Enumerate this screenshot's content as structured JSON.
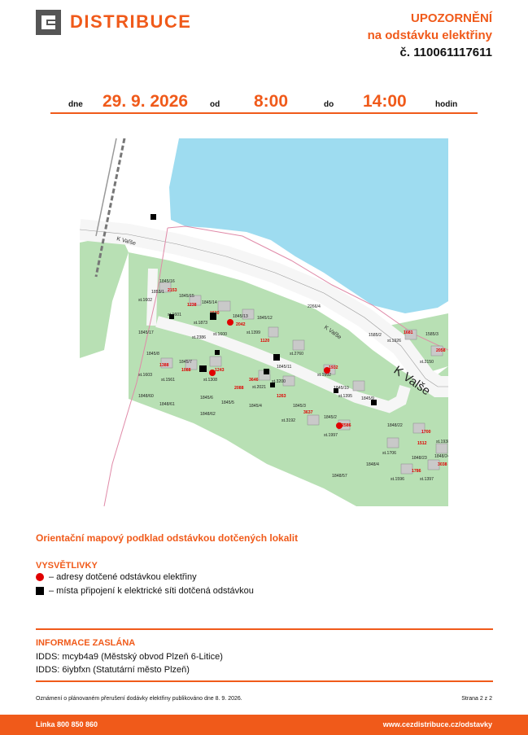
{
  "header": {
    "brand": "DISTRIBUCE",
    "notice_line1": "UPOZORNĚNÍ",
    "notice_line2": "na odstávku elektřiny",
    "notice_line3": "č. 110061117611"
  },
  "outage": {
    "label_date": "dne",
    "date": "29. 9. 2026",
    "label_from": "od",
    "time_from": "8:00",
    "label_to": "do",
    "time_to": "14:00",
    "label_hours": "hodin"
  },
  "map": {
    "street_label_1": "K Vaľše",
    "street_label_2": "K Vaľše",
    "street_label_big": "K Valše",
    "parcels": [
      "1845/16",
      "1853/1",
      "2153",
      "st.1602",
      "1845/15",
      "1238",
      "st.1601",
      "1845/14",
      "1530",
      "1845/13",
      "2042",
      "st.1873",
      "st.1600",
      "1845/12",
      "1120",
      "st.1399",
      "1845/17",
      "2266/4",
      "1585/2",
      "1681",
      "1585/3",
      "st.1926",
      "st.2150",
      "2058",
      "1845/8",
      "1845/7",
      "1388",
      "1088",
      "1243",
      "st.1603",
      "st.1561",
      "st.1308",
      "st.2386",
      "st.2760",
      "1845/11",
      "1932",
      "st.1992",
      "3646",
      "2088",
      "st.3200",
      "st.2021",
      "1263",
      "1845/10",
      "st.1395",
      "1845/9",
      "1848/60",
      "1848/61",
      "1845/6",
      "1845/5",
      "1845/4",
      "1848/62",
      "1845/3",
      "3637",
      "st.3192",
      "1845/2",
      "2586",
      "st.1997",
      "1848/22",
      "1700",
      "1512",
      "st.1938",
      "1848/24",
      "st.1706",
      "1848/23",
      "3038",
      "1848/4",
      "1786",
      "st.1596",
      "st.1397",
      "1848/57"
    ]
  },
  "caption": "Orientační mapový podklad odstávkou dotčených lokalit",
  "legend": {
    "title": "VYSVĚTLIVKY",
    "item_dot": "– adresy dotčené odstávkou elektřiny",
    "item_square": "– místa připojení k elektrické síti dotčená odstávkou"
  },
  "info": {
    "title": "INFORMACE ZASLÁNA",
    "line1": "IDDS: mcyb4a9 (Městský obvod Plzeň 6-Litice)",
    "line2": "IDDS: 6iybfxn (Statutární město Plzeň)"
  },
  "footer": {
    "note": "Oznámení o plánovaném přerušení dodávky elektřiny publikováno dne 8. 9. 2026.",
    "page": "Strana 2 z 2",
    "hotline": "Linka 800 850 860",
    "website": "www.cezdistribuce.cz/odstavky"
  },
  "colors": {
    "accent": "#f05a1a",
    "water": "#9edcf0",
    "green": "#b8e0b4",
    "road": "#f3f3f3"
  }
}
